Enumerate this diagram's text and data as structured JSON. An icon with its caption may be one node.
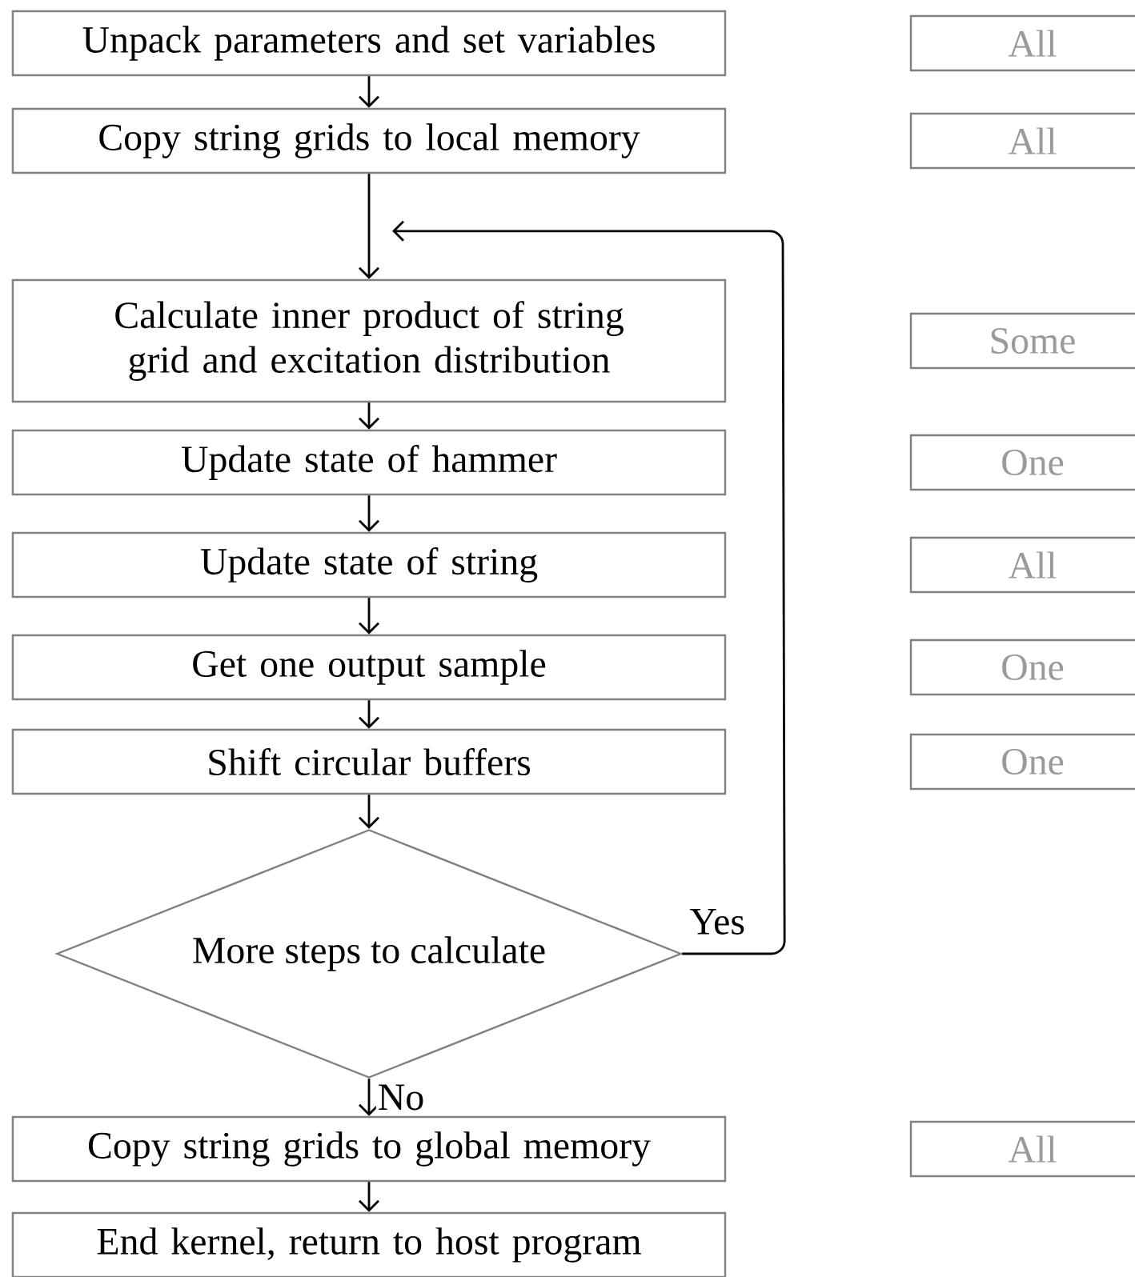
{
  "diagram": {
    "nodes": [
      {
        "text": [
          "Unpack parameters and set variables"
        ]
      },
      {
        "text": [
          "All"
        ]
      },
      {
        "text": [
          "Copy string grids to local memory"
        ]
      },
      {
        "text": [
          "All"
        ]
      },
      {
        "text": [
          "Calculate inner product of string grid and excitation distribution"
        ]
      },
      {
        "text": [
          "Some"
        ]
      },
      {
        "text": [
          "Update state of hammer"
        ]
      },
      {
        "text": [
          "One"
        ]
      },
      {
        "text": [
          "Update state of string"
        ]
      },
      {
        "text": [
          "All"
        ]
      },
      {
        "text": [
          "Get one output sample"
        ]
      },
      {
        "text": [
          "One"
        ]
      },
      {
        "text": [
          "Shift circular buffers"
        ]
      },
      {
        "text": [
          "One"
        ]
      },
      {
        "text": [
          "More steps to calculate"
        ]
      },
      {
        "text": [
          "Copy string grids to global memory"
        ]
      },
      {
        "text": [
          "All"
        ]
      },
      {
        "text": [
          "End kernel, return to host program"
        ]
      }
    ],
    "edges": [
      {
        "from": 0,
        "to": 2,
        "arrow": "to"
      },
      {
        "from": 2,
        "to": 4,
        "arrow": "to"
      },
      {
        "from": 4,
        "to": 6,
        "arrow": "to"
      },
      {
        "from": 6,
        "to": 8,
        "arrow": "to"
      },
      {
        "from": 8,
        "to": 10,
        "arrow": "to"
      },
      {
        "from": 10,
        "to": 12,
        "arrow": "to"
      },
      {
        "from": 12,
        "to": 14,
        "arrow": "to"
      },
      {
        "from": 14,
        "to": 4,
        "arrow": "to",
        "label": "Yes"
      },
      {
        "from": 14,
        "to": 15,
        "arrow": "to",
        "label": "No"
      },
      {
        "from": 15,
        "to": 17,
        "arrow": "to"
      }
    ]
  }
}
